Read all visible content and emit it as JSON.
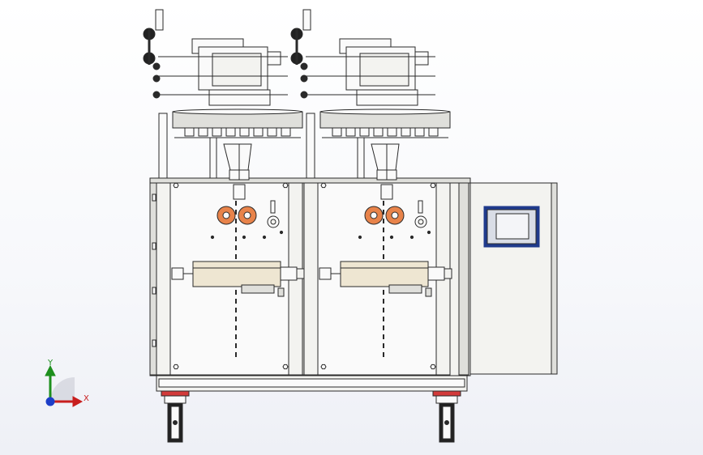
{
  "scene": {
    "subject": "packaging-machine-front-view",
    "module_count": 2,
    "colors": {
      "background": "#ffffff",
      "line": "#2a2a2a",
      "panel": "#f3f3f0",
      "bright": "#fafafa",
      "roller": "#e8834a",
      "sealer": "#eee6d2",
      "cover": "#dfdfdb",
      "screen_frame": "#1f3a8c",
      "screen_bezel": "#d9dde6",
      "screen": "#f4f5f8",
      "wheel": "#222222",
      "bumper": "#d23a3a"
    }
  },
  "axis_triad": {
    "y_label": "Y",
    "x_label": "X",
    "x_color": "#c81e1e",
    "y_color": "#1d8f1d",
    "z_color": "#1d3ec8",
    "x_icon": "axis-x-arrow-icon",
    "y_icon": "axis-y-arrow-icon",
    "z_icon": "axis-z-origin-icon"
  }
}
